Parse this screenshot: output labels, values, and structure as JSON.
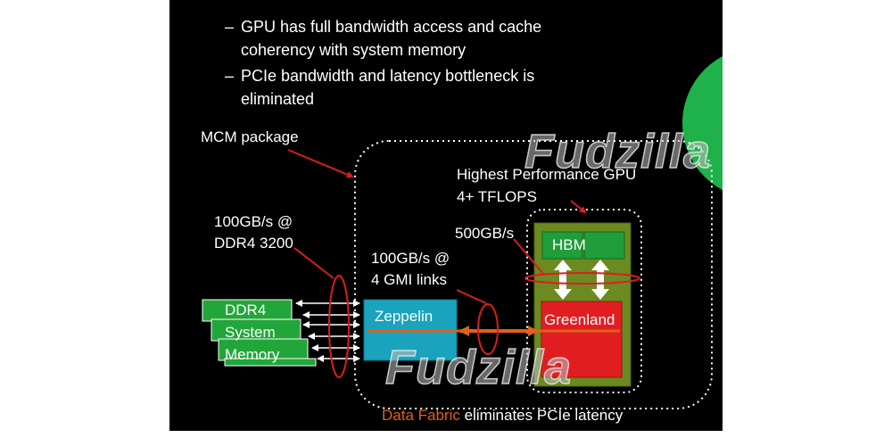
{
  "bullets": [
    {
      "lines": [
        "GPU has full bandwidth access and cache",
        "coherency with system memory"
      ]
    },
    {
      "lines": [
        "PCIe bandwidth and latency bottleneck is",
        "eliminated"
      ]
    }
  ],
  "bullet_dash": "–",
  "labels": {
    "mcm_package": "MCM package",
    "gpu_title": "Highest Performance GPU",
    "gpu_tflops": "4+ TFLOPS",
    "ddr_bw_line1": "100GB/s @",
    "ddr_bw_line2": "DDR4 3200",
    "gmi_bw_line1": "100GB/s @",
    "gmi_bw_line2": "4 GMI links",
    "hbm_bw": "500GB/s"
  },
  "blocks": {
    "ddr4": [
      "DDR4",
      "System",
      "Memory"
    ],
    "zeppelin": "Zeppelin",
    "hbm": "HBM",
    "greenland": "Greenland"
  },
  "footer": {
    "highlight": "Data Fabric",
    "rest": " eliminates PCIe latency"
  },
  "watermark": "Fudzilla",
  "colors": {
    "background": "#000000",
    "text": "#ffffff",
    "ddr_green": "#22a63a",
    "zeppelin_cyan": "#19a3bd",
    "gpu_olive": "#6b8a1f",
    "hbm_green": "#1f9e3a",
    "greenland_red": "#e01e22",
    "orange": "#e0611b",
    "pointer_red": "#d81e24",
    "corner_green": "#1fb24a"
  }
}
